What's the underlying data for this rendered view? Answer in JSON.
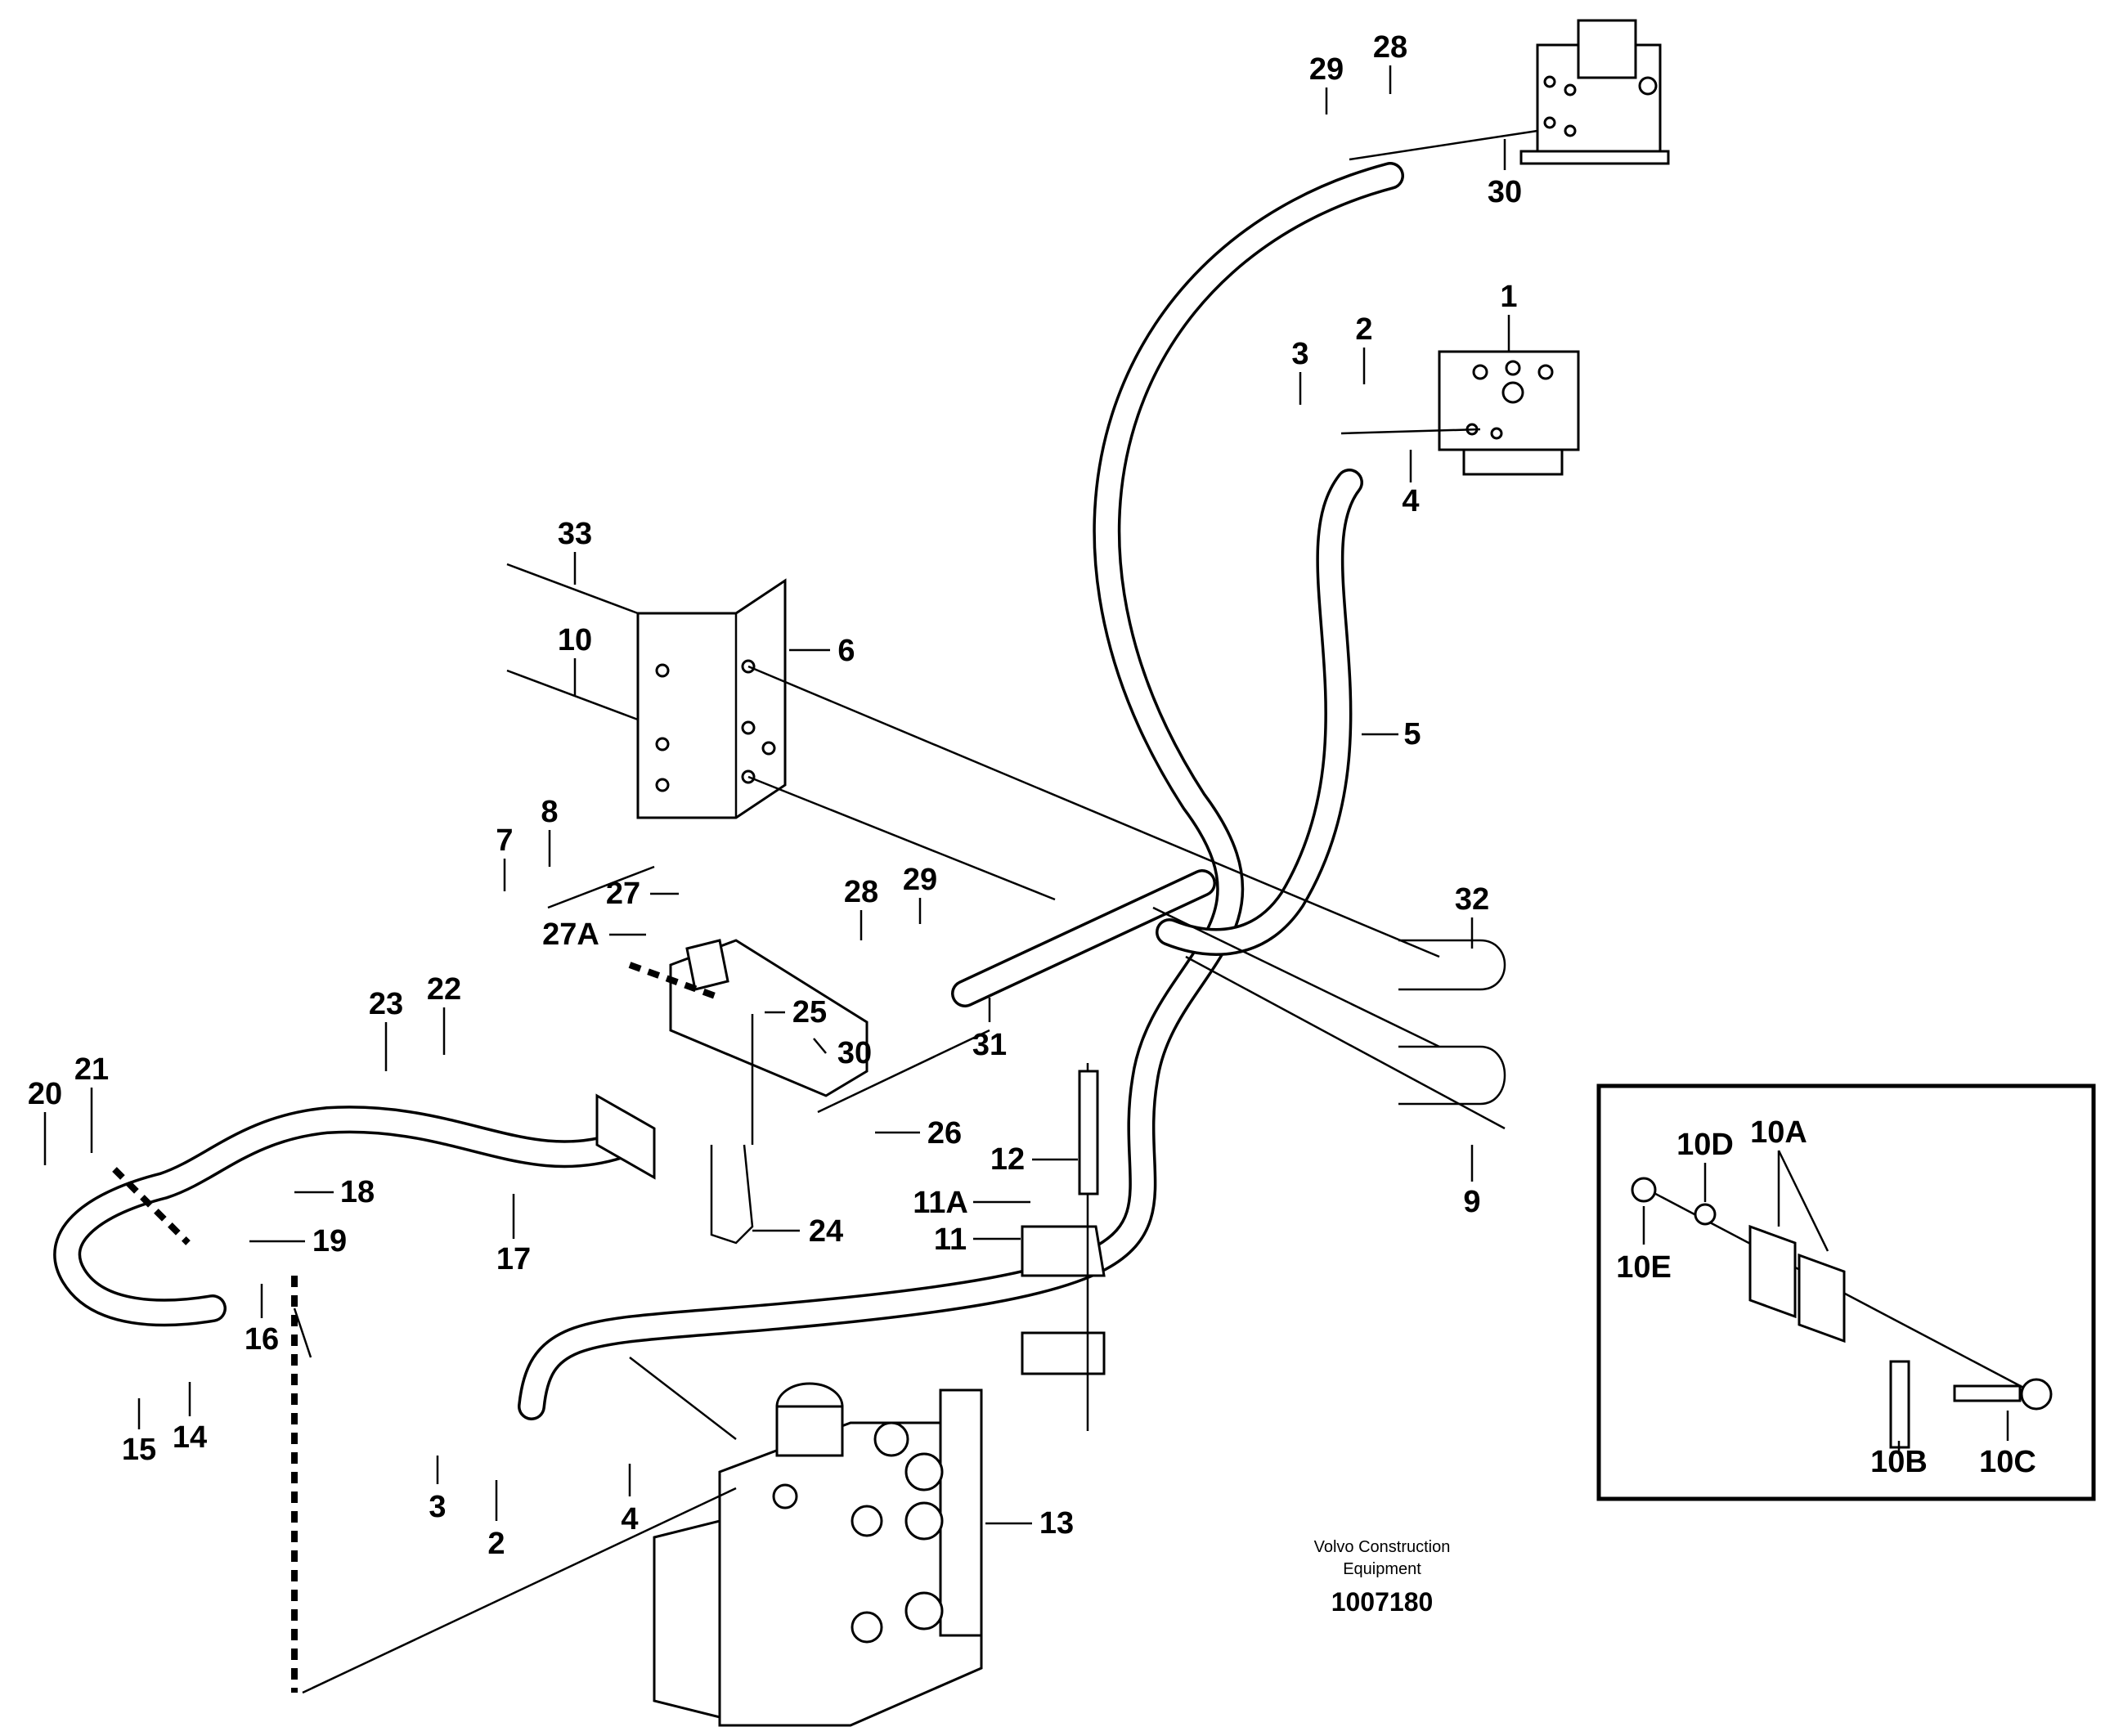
{
  "labels": {
    "p1": "1",
    "p2a": "2",
    "p2b": "2",
    "p3a": "3",
    "p3b": "3",
    "p4a": "4",
    "p4b": "4",
    "p5": "5",
    "p6": "6",
    "p7": "7",
    "p8": "8",
    "p9": "9",
    "p10": "10",
    "p10a": "10A",
    "p10b": "10B",
    "p10c": "10C",
    "p10d": "10D",
    "p10e": "10E",
    "p11": "11",
    "p11a": "11A",
    "p12": "12",
    "p13": "13",
    "p14": "14",
    "p15": "15",
    "p16": "16",
    "p17": "17",
    "p18": "18",
    "p19": "19",
    "p20": "20",
    "p21": "21",
    "p22": "22",
    "p23": "23",
    "p24": "24",
    "p25": "25",
    "p26": "26",
    "p27": "27",
    "p27a": "27A",
    "p28a": "28",
    "p28b": "28",
    "p29a": "29",
    "p29b": "29",
    "p30a": "30",
    "p30b": "30",
    "p31": "31",
    "p32": "32",
    "p33": "33"
  },
  "footer": {
    "brand_line1": "Volvo Construction",
    "brand_line2": "Equipment",
    "drawing_number": "1007180"
  }
}
